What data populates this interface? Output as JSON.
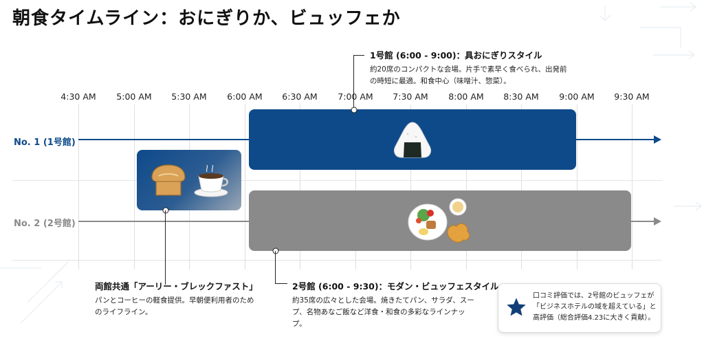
{
  "title": "朝食タイムライン：おにぎりか、ビュッフェか",
  "timeline": {
    "ticks": [
      "4:30 AM",
      "5:00 AM",
      "5:30 AM",
      "6:00 AM",
      "6:30 AM",
      "7:00 AM",
      "7:30 AM",
      "8:00 AM",
      "8:30 AM",
      "9:00 AM",
      "9:30 AM"
    ]
  },
  "rows": [
    {
      "label": "No. 1 (1号館)",
      "color": "#0e4a8a"
    },
    {
      "label": "No. 2 (2号館)",
      "color": "#8c8c8c"
    }
  ],
  "bars": [
    {
      "row": 0,
      "start": "6:00 AM",
      "end": "9:00 AM",
      "color": "#0e4a8a",
      "icon": "onigiri-icon"
    },
    {
      "row": 1,
      "start": "6:00 AM",
      "end": "9:30 AM",
      "color": "#8a8a8a",
      "icon": "buffet-plate-icon"
    },
    {
      "row": "shared",
      "start": "5:00 AM",
      "end": "6:00 AM",
      "color": "#164f8c",
      "icons": [
        "bread-icon",
        "coffee-cup-icon"
      ]
    }
  ],
  "callouts": {
    "top": {
      "title": "1号館 (6:00 - 9:00)：具おにぎりスタイル",
      "body": "約20席のコンパクトな会場。片手で素早く食べられ、出発前の時短に最適。和食中心（味噌汁、惣菜）。"
    },
    "shared": {
      "title": "両館共通「アーリー・ブレックファスト」",
      "body": "パンとコーヒーの軽食提供。早朝便利用者のためのライフライン。"
    },
    "bottom": {
      "title": "2号館 (6:00 - 9:30)：モダン・ビュッフェスタイル",
      "body": "約35席の広々とした会場。焼きたてパン、サラダ、スープ、名物あなご飯など洋食・和食の多彩なラインナップ。"
    }
  },
  "note": {
    "icon": "star-icon",
    "text": "口コミ評価では、2号館のビュッフェが「ビジネスホテルの域を超えている」と高評価（総合評価4.23に大きく貢献）。"
  },
  "colors": {
    "blue": "#0e4a8a",
    "gray": "#8a8a8a",
    "star": "#123f78"
  }
}
